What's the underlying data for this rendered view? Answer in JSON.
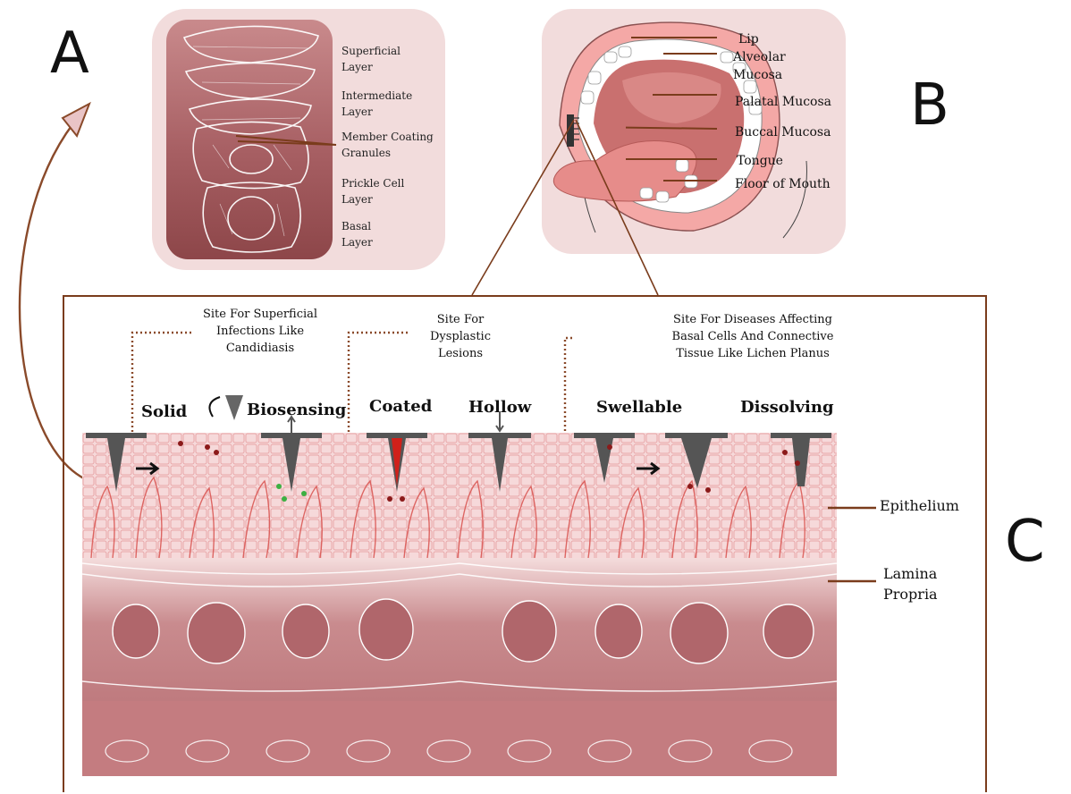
{
  "panel_labels": {
    "a": "A",
    "b": "B",
    "c": "C"
  },
  "epithelial_layers": [
    {
      "label": "Superficial\nLayer"
    },
    {
      "label": "Intermediate\nLayer"
    },
    {
      "label": "Member  Coating\nGranules"
    },
    {
      "label": "Prickle Cell\nLayer"
    },
    {
      "label": "Basal\nLayer"
    }
  ],
  "mouth_regions": [
    {
      "label": "Lip"
    },
    {
      "label": "Alveolar\nMucosa"
    },
    {
      "label": "Palatal Mucosa"
    },
    {
      "label": "Buccal Mucosa"
    },
    {
      "label": "Tongue"
    },
    {
      "label": "Floor of Mouth"
    }
  ],
  "sites": [
    {
      "text": "Site For Superficial\nInfections Like\nCandidiasis"
    },
    {
      "text": "Site For\nDysplastic\nLesions"
    },
    {
      "text": "Site For Diseases Affecting\nBasal Cells And Connective\nTissue Like Lichen Planus"
    }
  ],
  "microneedle_types": [
    "Solid",
    "Biosensing",
    "Coated",
    "Hollow",
    "Swellable",
    "Dissolving"
  ],
  "tissue_layers": {
    "epithelium": "Epithelium",
    "lamina_propria": "Lamina\nPropria"
  },
  "colors": {
    "panel_bg": "#f2dcdc",
    "tissue_dark": "#8d4649",
    "tissue_red": "#d9534f",
    "leader_brown": "#7a3c1c",
    "needle_gray": "#555555"
  }
}
